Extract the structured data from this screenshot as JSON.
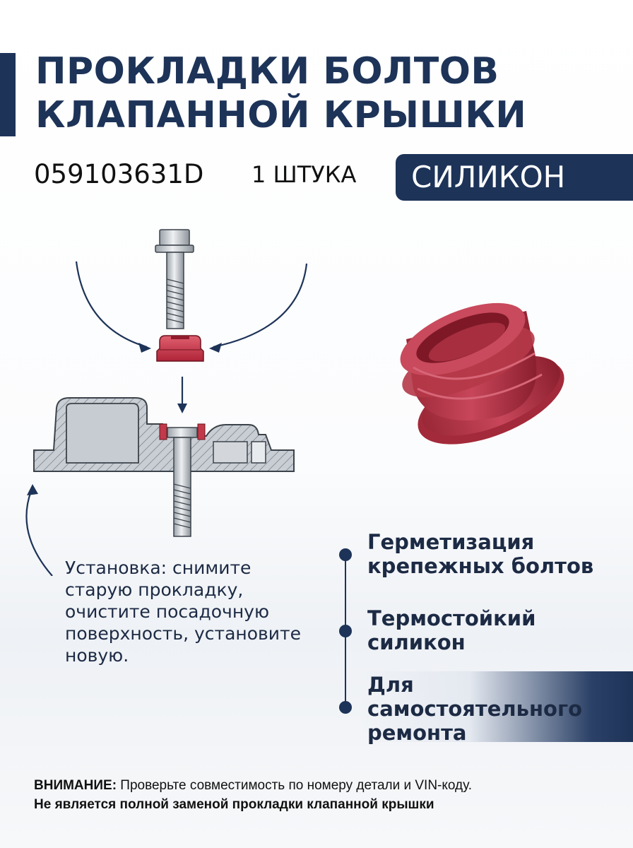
{
  "title": {
    "line1": "ПРОКЛАДКИ БОЛТОВ",
    "line2": "КЛАПАННОЙ КРЫШКИ"
  },
  "part_number": "059103631D",
  "quantity": "1 ШТУКА",
  "material_badge": "СИЛИКОН",
  "install_text": "Установка: снимите старую прокладку, очистите посадочную поверхность, установите новую.",
  "features": [
    {
      "line1": "Герметизация",
      "line2": "крепежных болтов"
    },
    {
      "line1": "Термостойкий",
      "line2": "силикон"
    },
    {
      "line1": "Для",
      "line2": "самостоятельного",
      "line3": "ремонта"
    }
  ],
  "notice": {
    "label": "ВНИМАНИЕ:",
    "text": " Проверьте совместимость по номеру детали и VIN-коду.",
    "line2": "Не является полной заменой прокладки клапанной крышки"
  },
  "colors": {
    "navy": "#1d3358",
    "seal_red": "#c23a4a",
    "metal_gray": "#c9ced4"
  }
}
